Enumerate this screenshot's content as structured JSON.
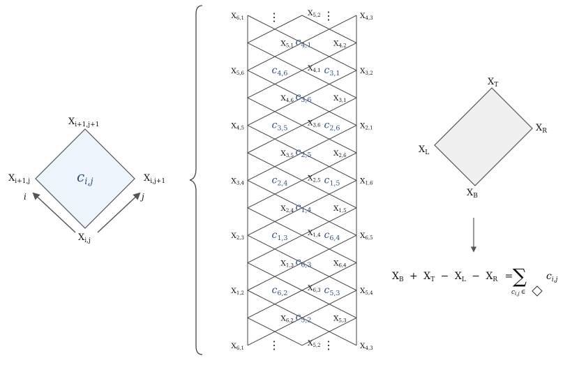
{
  "left_cell": {
    "top": {
      "base": "X",
      "sub": "i+1,j+1"
    },
    "left": {
      "base": "X",
      "sub": "i+1,j"
    },
    "right": {
      "base": "X",
      "sub": "i,j+1"
    },
    "bottom": {
      "base": "X",
      "sub": "i,j"
    },
    "center": {
      "base": "c",
      "sub": "i,j"
    },
    "axis_i": "i",
    "axis_j": "j",
    "fill": "#eef5fd",
    "stroke": "#555555"
  },
  "strip": {
    "rows": [
      {
        "left": {
          "base": "X",
          "sub": "6,1"
        },
        "mid": {
          "base": "X",
          "sub": "5,2"
        },
        "right": {
          "base": "X",
          "sub": "4,3"
        }
      },
      {
        "left": {
          "base": "X",
          "sub": "5,6"
        },
        "mid": {
          "base": "X",
          "sub": "4,1"
        },
        "right": {
          "base": "X",
          "sub": "3,2"
        }
      },
      {
        "left": {
          "base": "X",
          "sub": "4,5"
        },
        "mid": {
          "base": "X",
          "sub": "3,6"
        },
        "right": {
          "base": "X",
          "sub": "2,1"
        }
      },
      {
        "left": {
          "base": "X",
          "sub": "3,4"
        },
        "mid": {
          "base": "X",
          "sub": "2,5"
        },
        "right": {
          "base": "X",
          "sub": "1,6"
        }
      },
      {
        "left": {
          "base": "X",
          "sub": "2,3"
        },
        "mid": {
          "base": "X",
          "sub": "1,4"
        },
        "right": {
          "base": "X",
          "sub": "6,5"
        }
      },
      {
        "left": {
          "base": "X",
          "sub": "1,2"
        },
        "mid": {
          "base": "X",
          "sub": "6,3"
        },
        "right": {
          "base": "X",
          "sub": "5,4"
        }
      },
      {
        "left": {
          "base": "X",
          "sub": "6,1"
        },
        "mid": {
          "base": "X",
          "sub": "5,2"
        },
        "right": {
          "base": "X",
          "sub": "4,3"
        }
      }
    ],
    "halfrows": [
      {
        "left": {
          "base": "X",
          "sub": "5,1"
        },
        "c": {
          "base": "c",
          "sub": "4,1"
        },
        "right": {
          "base": "X",
          "sub": "4,2"
        }
      },
      {
        "left": {
          "base": "X",
          "sub": "4,6"
        },
        "c": {
          "base": "c",
          "sub": "3,6"
        },
        "right": {
          "base": "X",
          "sub": "3,1"
        }
      },
      {
        "left": {
          "base": "X",
          "sub": "3,5"
        },
        "c": {
          "base": "c",
          "sub": "2,5"
        },
        "right": {
          "base": "X",
          "sub": "2,6"
        }
      },
      {
        "left": {
          "base": "X",
          "sub": "2,4"
        },
        "c": {
          "base": "c",
          "sub": "1,4"
        },
        "right": {
          "base": "X",
          "sub": "1,5"
        }
      },
      {
        "left": {
          "base": "X",
          "sub": "1,3"
        },
        "c": {
          "base": "c",
          "sub": "6,3"
        },
        "right": {
          "base": "X",
          "sub": "6,4"
        }
      },
      {
        "left": {
          "base": "X",
          "sub": "6,2"
        },
        "c": {
          "base": "c",
          "sub": "5,2"
        },
        "right": {
          "base": "X",
          "sub": "5,3"
        }
      }
    ],
    "rowcells": [
      {
        "left": {
          "base": "c",
          "sub": "4,6"
        },
        "right": {
          "base": "c",
          "sub": "3,1"
        }
      },
      {
        "left": {
          "base": "c",
          "sub": "3,5"
        },
        "right": {
          "base": "c",
          "sub": "2,6"
        }
      },
      {
        "left": {
          "base": "c",
          "sub": "2,4"
        },
        "right": {
          "base": "c",
          "sub": "1,5"
        }
      },
      {
        "left": {
          "base": "c",
          "sub": "1,3"
        },
        "right": {
          "base": "c",
          "sub": "6,4"
        }
      },
      {
        "left": {
          "base": "c",
          "sub": "6,2"
        },
        "right": {
          "base": "c",
          "sub": "5,3"
        }
      }
    ],
    "ellipsis": "⋮",
    "line_color": "#444444",
    "cell_color": "#2f4f8a"
  },
  "right_diamond": {
    "top": {
      "base": "X",
      "sub": "T"
    },
    "left": {
      "base": "X",
      "sub": "L"
    },
    "right": {
      "base": "X",
      "sub": "R"
    },
    "bottom": {
      "base": "X",
      "sub": "B"
    },
    "fill": "#f0f0f0",
    "stroke": "#555555"
  },
  "equation": {
    "lhs_terms": [
      {
        "sign": "",
        "base": "X",
        "sub": "B"
      },
      {
        "sign": "+",
        "base": "X",
        "sub": "T"
      },
      {
        "sign": "−",
        "base": "X",
        "sub": "L"
      },
      {
        "sign": "−",
        "base": "X",
        "sub": "R"
      }
    ],
    "equals": "=",
    "sum_symbol": "∑",
    "sum_under": "c",
    "sum_under_sub": "i,j",
    "sum_under_rel": "∈",
    "term_base": "c",
    "term_sub": "i,j"
  }
}
